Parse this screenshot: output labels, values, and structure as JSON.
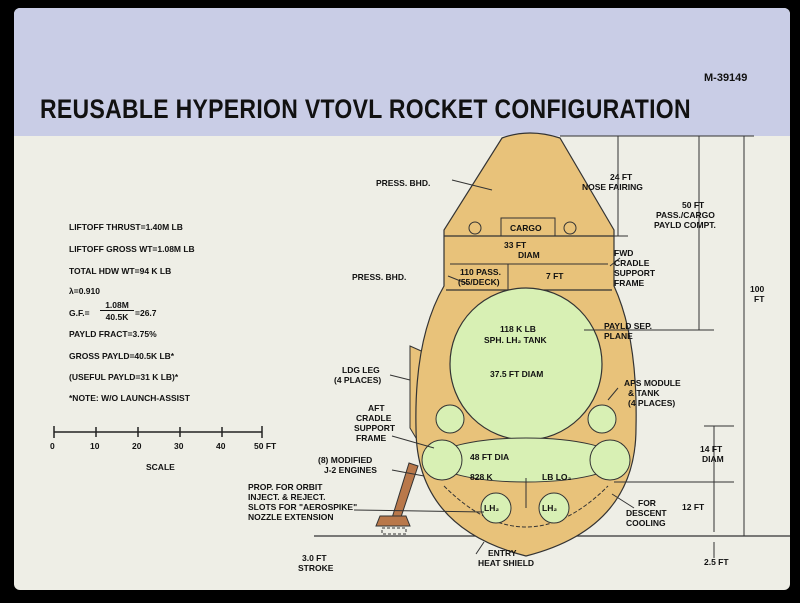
{
  "document_id": "M-39149",
  "title": "REUSABLE  HYPERION VTOVL ROCKET CONFIGURATION",
  "specs": {
    "liftoff_thrust": "LIFTOFF THRUST=1.40M LB",
    "liftoff_gross_wt": "LIFTOFF GROSS WT=1.08M LB",
    "total_hdw_wt": "TOTAL HDW WT=94 K LB",
    "lambda": "λ=0.910",
    "gf_prefix": "G.F.=",
    "gf_num": "1.08M",
    "gf_den": "40.5K",
    "gf_result": "=26.7",
    "payld_fract": "PAYLD FRACT=3.75%",
    "gross_payld": "GROSS PAYLD=40.5K LB*",
    "useful_payld": "(USEFUL PAYLD=31 K LB)*",
    "note": "*NOTE: W/O LAUNCH-ASSIST"
  },
  "scale": {
    "ticks": [
      "0",
      "10",
      "20",
      "30",
      "40",
      "50 FT"
    ],
    "label": "SCALE"
  },
  "labels": {
    "press_bhd_top": "PRESS. BHD.",
    "cargo": "CARGO",
    "diam_33": "33 FT",
    "diam_33_sub": "DIAM",
    "pass_110": "110 PASS.",
    "pass_deck": "(55/DECK)",
    "deck_7ft": "7 FT",
    "press_bhd_mid": "PRESS. BHD.",
    "lh2_tank_weight": "118 K LB",
    "lh2_tank_name": "SPH. LH₂ TANK",
    "lh2_tank_diam": "37.5 FT DIAM",
    "lo2_dia": "48 FT DIA",
    "lo2_weight": "828 K",
    "lo2_name": "LB LO₂",
    "lh2_small_a": "LH₂",
    "lh2_small_b": "LH₂",
    "nose_fairing_1": "24 FT",
    "nose_fairing_2": "NOSE FAIRING",
    "pass_cargo_1": "50 FT",
    "pass_cargo_2": "PASS./CARGO",
    "pass_cargo_3": "PAYLD COMPT.",
    "fwd_cradle_1": "FWD",
    "fwd_cradle_2": "CRADLE",
    "fwd_cradle_3": "SUPPORT",
    "fwd_cradle_4": "FRAME",
    "payld_sep_1": "PAYLD SEP.",
    "payld_sep_2": "PLANE",
    "total_1": "100",
    "total_2": "FT",
    "ldg_leg_1": "LDG LEG",
    "ldg_leg_2": "(4 PLACES)",
    "aft_cradle_1": "AFT",
    "aft_cradle_2": "CRADLE",
    "aft_cradle_3": "SUPPORT",
    "aft_cradle_4": "FRAME",
    "aps_1": "APS MODULE",
    "aps_2": "& TANK",
    "aps_3": "(4 PLACES)",
    "engines_1": "(8) MODIFIED",
    "engines_2": "J-2 ENGINES",
    "diam14_1": "14 FT",
    "diam14_2": "DIAM",
    "prop_1": "PROP. FOR ORBIT",
    "prop_2": "INJECT. & REJECT.",
    "prop_3": "SLOTS FOR \"AEROSPIKE\"",
    "prop_4": "NOZZLE EXTENSION",
    "descent_1": "FOR",
    "descent_2": "DESCENT",
    "descent_3": "COOLING",
    "ft12": "12 FT",
    "stroke_1": "3.0 FT",
    "stroke_2": "STROKE",
    "heat_1": "ENTRY",
    "heat_2": "HEAT SHIELD",
    "ft25": "2.5 FT"
  },
  "colors": {
    "background_band": "#c9cde6",
    "slide": "#eeeee6",
    "structure": "#e8c27a",
    "tank": "#d8f0b4",
    "leg": "#b9784a"
  }
}
